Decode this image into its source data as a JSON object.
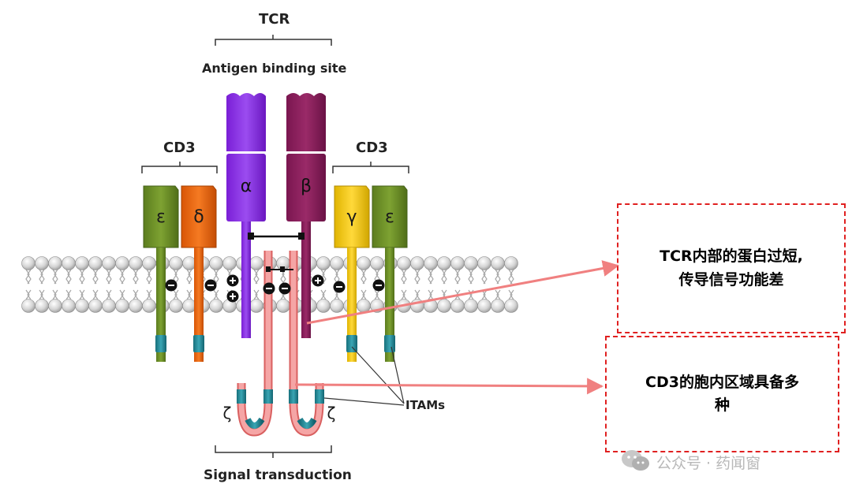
{
  "diagram": {
    "tcr_label": "TCR",
    "antigen_label": "Antigen binding site",
    "cd3_left_label": "CD3",
    "cd3_right_label": "CD3",
    "alpha": "α",
    "beta": "β",
    "epsilon_left": "ε",
    "delta": "δ",
    "gamma": "γ",
    "epsilon_right": "ε",
    "zeta_left": "ζ",
    "zeta_right": "ζ",
    "itams_label": "ITAMs",
    "signal_label": "Signal transduction",
    "colors": {
      "alpha": "#8a2be2",
      "beta": "#8b1a5a",
      "epsilon": "#6b8e23",
      "delta": "#e8650a",
      "gamma": "#f2c400",
      "zeta": "#f08080",
      "itam": "#1f7f8c",
      "arrow": "#f08080",
      "callout_border": "#e02020"
    }
  },
  "callouts": {
    "top": "TCR内部的蛋白过短,\n传导信号功能差",
    "bottom": "CD3的胞内区域具备多\n种"
  },
  "watermark": {
    "text": "公众号 · 药闻窗",
    "icon": "wechat-icon"
  }
}
